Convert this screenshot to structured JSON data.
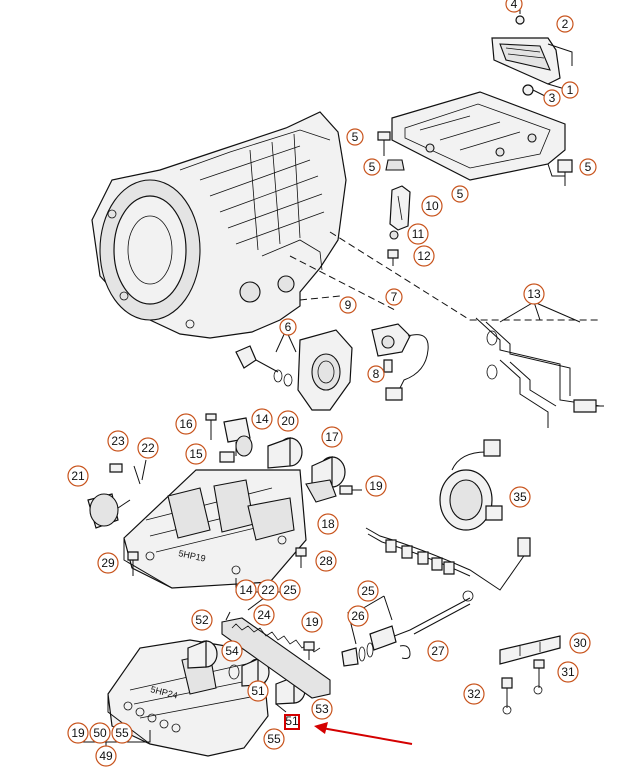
{
  "diagram": {
    "callouts": [
      {
        "id": "c4",
        "label": "4"
      },
      {
        "id": "c2",
        "label": "2"
      },
      {
        "id": "c1",
        "label": "1"
      },
      {
        "id": "c3",
        "label": "3"
      },
      {
        "id": "c5a",
        "label": "5"
      },
      {
        "id": "c5b",
        "label": "5"
      },
      {
        "id": "c5c",
        "label": "5"
      },
      {
        "id": "c5d",
        "label": "5"
      },
      {
        "id": "c10",
        "label": "10"
      },
      {
        "id": "c11",
        "label": "11"
      },
      {
        "id": "c12",
        "label": "12"
      },
      {
        "id": "c9",
        "label": "9"
      },
      {
        "id": "c7",
        "label": "7"
      },
      {
        "id": "c13",
        "label": "13"
      },
      {
        "id": "c6",
        "label": "6"
      },
      {
        "id": "c8",
        "label": "8"
      },
      {
        "id": "c16",
        "label": "16"
      },
      {
        "id": "c14a",
        "label": "14"
      },
      {
        "id": "c20",
        "label": "20"
      },
      {
        "id": "c15",
        "label": "15"
      },
      {
        "id": "c17",
        "label": "17"
      },
      {
        "id": "c23",
        "label": "23"
      },
      {
        "id": "c22",
        "label": "22"
      },
      {
        "id": "c21",
        "label": "21"
      },
      {
        "id": "c19a",
        "label": "19"
      },
      {
        "id": "c18",
        "label": "18"
      },
      {
        "id": "c35",
        "label": "35"
      },
      {
        "id": "c29",
        "label": "29"
      },
      {
        "id": "c28",
        "label": "28"
      },
      {
        "id": "c14b",
        "label": "14"
      },
      {
        "id": "c22b",
        "label": "22"
      },
      {
        "id": "c25a",
        "label": "25"
      },
      {
        "id": "c24",
        "label": "24"
      },
      {
        "id": "c25b",
        "label": "25"
      },
      {
        "id": "c26",
        "label": "26"
      },
      {
        "id": "c27",
        "label": "27"
      },
      {
        "id": "c30",
        "label": "30"
      },
      {
        "id": "c31",
        "label": "31"
      },
      {
        "id": "c32",
        "label": "32"
      },
      {
        "id": "c52",
        "label": "52"
      },
      {
        "id": "c19b",
        "label": "19"
      },
      {
        "id": "c54",
        "label": "54"
      },
      {
        "id": "c51",
        "label": "51"
      },
      {
        "id": "c53",
        "label": "53"
      },
      {
        "id": "c19c",
        "label": "19"
      },
      {
        "id": "c50",
        "label": "50"
      },
      {
        "id": "c55a",
        "label": "55"
      },
      {
        "id": "c49",
        "label": "49"
      },
      {
        "id": "c55b",
        "label": "55"
      },
      {
        "id": "c51b",
        "label": "51"
      }
    ],
    "stamps": {
      "upper_valve_body": "5HP19",
      "lower_valve_body": "5HP24"
    },
    "highlight_color": "#d40000",
    "callout_border_color": "#c8541d"
  }
}
